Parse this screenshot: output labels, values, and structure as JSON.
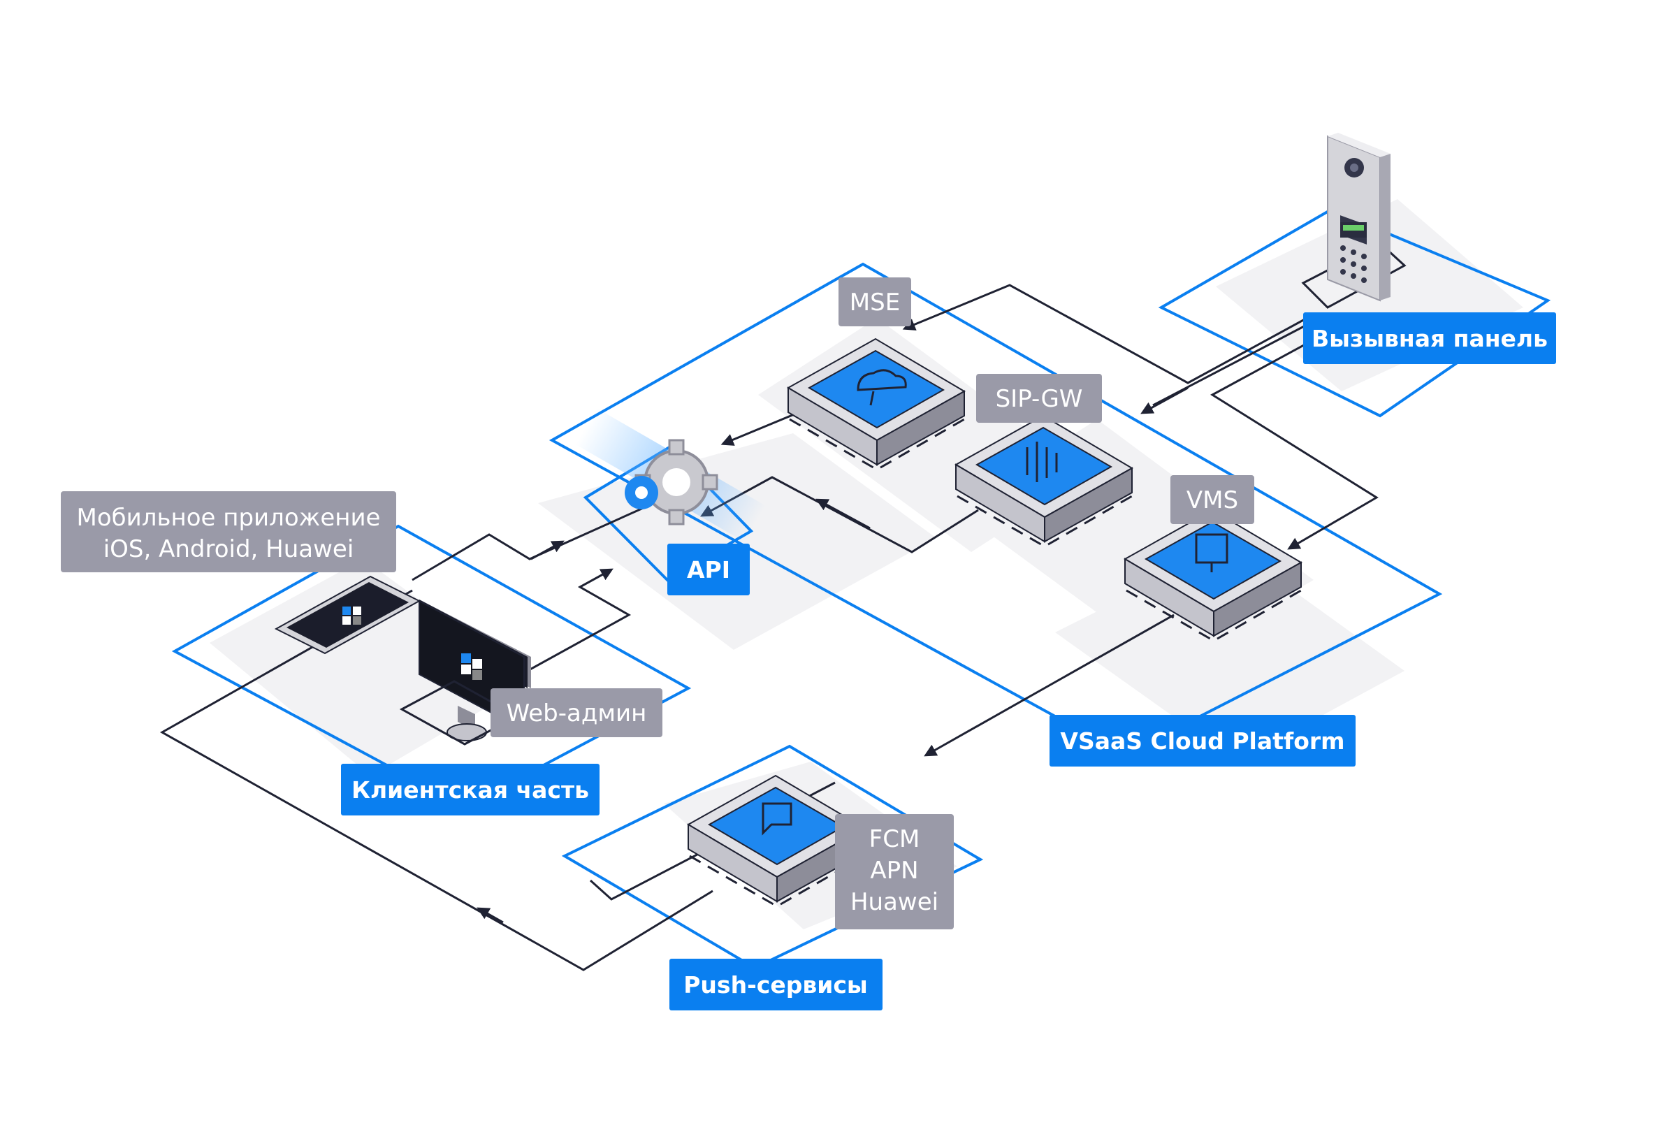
{
  "labels": {
    "mobile_app_line1": "Мобильное приложение",
    "mobile_app_line2": "iOS, Android, Huawei",
    "mse": "MSE",
    "sip_gw": "SIP-GW",
    "vms": "VMS",
    "web_admin": "Web-админ",
    "fcm": "FCM",
    "apn": "APN",
    "huawei": "Huawei"
  },
  "zones": {
    "client": "Клиентская часть",
    "api": "API",
    "vsaas": "VSaaS Cloud Platform",
    "panel": "Вызывная панель",
    "push": "Push-сервисы"
  },
  "colors": {
    "accent": "#0a7ff0",
    "label_gray": "#9a9aa8",
    "line": "#1f2233",
    "zone_fill": "#f1f1f3",
    "server_top": "#d9d9de",
    "server_side": "#8d8d99",
    "screen": "#1e88f0"
  },
  "icons": {
    "api": "gear-icon",
    "mse": "cloud-icon",
    "sip_gw": "audio-wave-icon",
    "vms": "video-screen-icon",
    "push": "chat-bubble-icon",
    "panel": "intercom-panel-icon"
  }
}
